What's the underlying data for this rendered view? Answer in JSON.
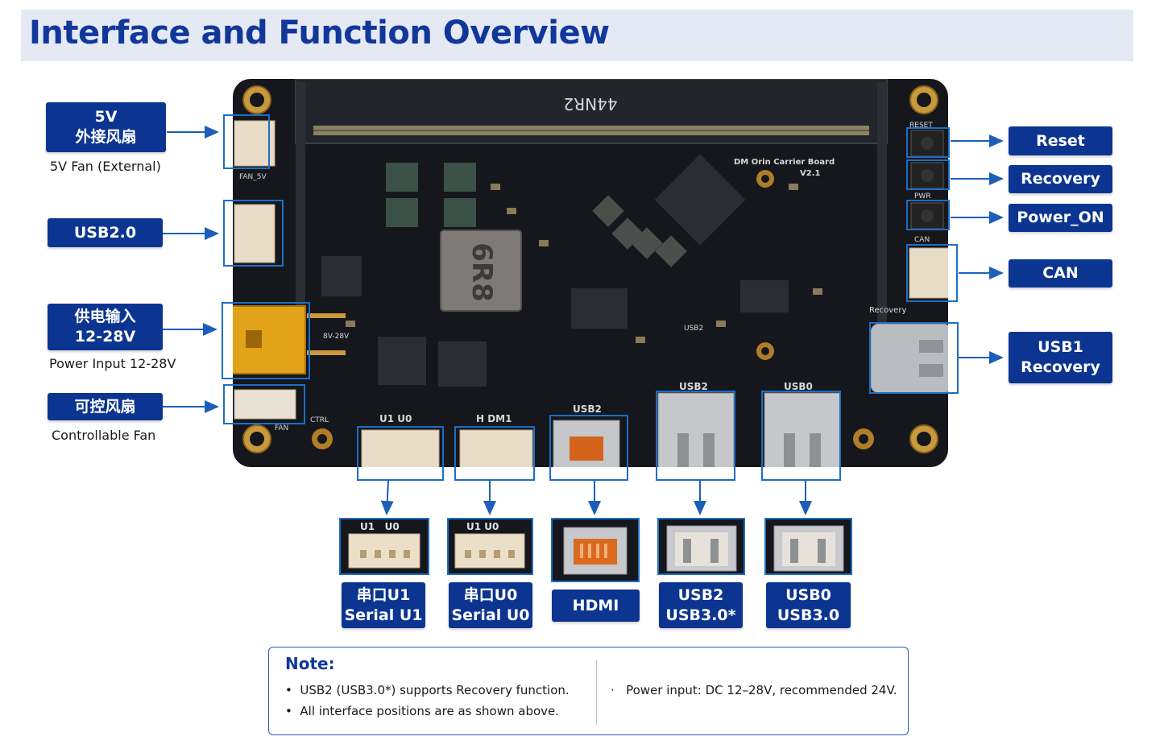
{
  "title": "Interface and Function Overview",
  "board": {
    "silk_module": "44NR2",
    "silk_name": "DM Orin Carrier Board",
    "silk_version": "V2.1",
    "inductor": "6R8",
    "silk_reset": "RESET",
    "silk_pwr": "PWR",
    "silk_can": "CAN",
    "silk_recovery": "Recovery",
    "silk_fan5v": "FAN_5V",
    "silk_fan": "FAN",
    "silk_ctrl": "CTRL",
    "silk_vin": "8V-28V",
    "silk_u1u0": "U1   U0",
    "silk_hdm1": "H DM1",
    "silk_usb2_small": "USB2",
    "silk_usb2_hdmi": "USB2",
    "silk_usb2": "USB2",
    "silk_usb0": "USB0"
  },
  "left_labels": [
    {
      "id": "fan5v",
      "line1": "5V",
      "line2": "外接风扇",
      "sub": "5V Fan (External)"
    },
    {
      "id": "usb20",
      "line1": "USB2.0"
    },
    {
      "id": "power",
      "line1": "供电输入",
      "line2": "12-28V",
      "sub": "Power Input 12-28V"
    },
    {
      "id": "ctrlfan",
      "line1": "可控风扇",
      "sub": "Controllable Fan"
    }
  ],
  "right_labels": [
    {
      "id": "reset",
      "line1": "Reset"
    },
    {
      "id": "recovery",
      "line1": "Recovery"
    },
    {
      "id": "poweron",
      "line1": "Power_ON"
    },
    {
      "id": "can",
      "line1": "CAN"
    },
    {
      "id": "usb1",
      "line1": "USB1",
      "line2": "Recovery"
    }
  ],
  "bottom_labels": [
    {
      "id": "serial_u1",
      "line1": "串口U1",
      "line2": "Serial U1",
      "photo_silk": "U1   U0"
    },
    {
      "id": "serial_u0",
      "line1": "串口U0",
      "line2": "Serial U0",
      "photo_silk": "U1  U0"
    },
    {
      "id": "hdmi",
      "line1": "HDMI"
    },
    {
      "id": "usb2",
      "line1": "USB2",
      "line2": "USB3.0*"
    },
    {
      "id": "usb0",
      "line1": "USB0",
      "line2": "USB3.0"
    }
  ],
  "note": {
    "title": "Note:",
    "items": [
      "USB2 (USB3.0*) supports Recovery function.",
      "All interface positions are as shown above.",
      "Power input: DC 12–28V, recommended 24V."
    ]
  },
  "colors": {
    "label_bg": "#0c3591",
    "arrow": "#1d5fb8",
    "title": "#12379b",
    "board": "#15171c"
  }
}
